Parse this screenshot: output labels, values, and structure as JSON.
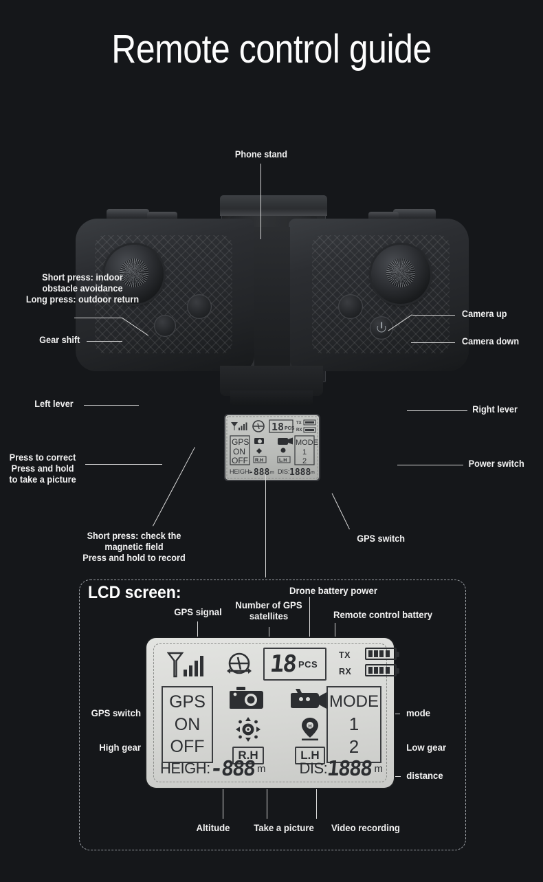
{
  "page": {
    "title": "Remote control guide",
    "background_color": "#15171a",
    "text_color": "#ffffff"
  },
  "controller_callouts": {
    "phone_stand": "Phone stand",
    "gear_shift_note": "Short press: indoor\nobstacle avoidance\nLong press: outdoor return",
    "gear_shift": "Gear shift",
    "left_lever": "Left lever",
    "correct_note": "Press to correct\nPress and hold\nto take a picture",
    "magnetic_note": "Short press: check the\nmagnetic field\nPress and hold to record",
    "camera_up": "Camera up",
    "camera_down": "Camera down",
    "right_lever": "Right lever",
    "power_switch": "Power switch",
    "gps_switch": "GPS switch"
  },
  "lcd_panel": {
    "title": "LCD screen:",
    "callouts": {
      "gps_signal": "GPS signal",
      "num_gps_satellites": "Number of GPS\nsatellites",
      "drone_battery_power": "Drone battery power",
      "remote_control_battery": "Remote control battery",
      "gps_switch": "GPS switch",
      "high_gear": "High gear",
      "mode": "mode",
      "low_gear": "Low gear",
      "distance": "distance",
      "altitude": "Altitude",
      "take_a_picture": "Take a picture",
      "video_recording": "Video recording"
    }
  },
  "lcd_screen": {
    "satellites_value": "18",
    "satellites_unit": "PCS",
    "tx_label": "TX",
    "rx_label": "RX",
    "tx_battery_bars": 4,
    "rx_battery_bars": 4,
    "gps_label": "GPS",
    "gps_on": "ON",
    "gps_off": "OFF",
    "mode_label": "MODE",
    "mode_option_1": "1",
    "mode_option_2": "2",
    "right_hand_box": "R.H",
    "left_hand_box": "L.H",
    "height_label": "HEIGH:",
    "height_value": "-888",
    "height_unit": "m",
    "distance_label": "DIS:",
    "distance_value": "1888",
    "distance_unit": "m",
    "icons": {
      "signal": "gps-signal-icon",
      "return": "drone-return-icon",
      "camera": "camera-icon",
      "video": "video-camera-icon",
      "compass": "compass-icon",
      "location": "location-pin-icon"
    },
    "lcd_face_color": "#dcddda",
    "lcd_text_color": "#2c2e31"
  }
}
